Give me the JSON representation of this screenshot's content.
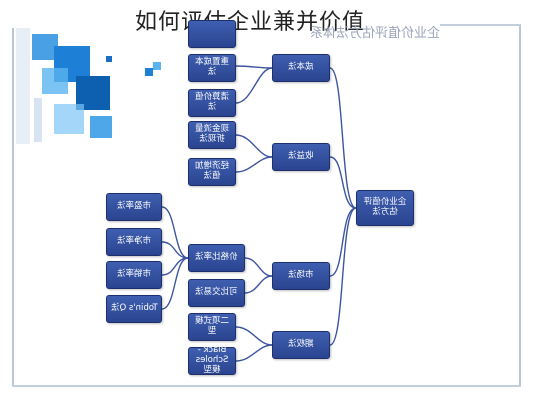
{
  "title": "如何评估企业兼并价值",
  "faint_banner": "企业价值评估方法体系",
  "root": "企业价值评估方法",
  "categories": {
    "cost": "成本法",
    "income": "收益法",
    "market": "市场法",
    "option": "期权法"
  },
  "methods": {
    "replacement_cost": "重置成本法",
    "liquidation_value": "清算价值法",
    "dcf": "现金流量折现法",
    "eva": "经济增加值法",
    "comparable_multiple": "价格比率法",
    "comparable_transaction": "可比交易法",
    "binomial": "二项式模型",
    "black_scholes": "Black - Scholes 模型"
  },
  "ratios": {
    "pe": "市盈率法",
    "pb": "市净率法",
    "ps": "市销率法",
    "tobin_q": "Tobin's Q法"
  },
  "colors": {
    "node_fill": "#3553a3",
    "node_border": "#1d2f6c",
    "connector": "#3d55a0",
    "frame": "#b8c6d8"
  }
}
